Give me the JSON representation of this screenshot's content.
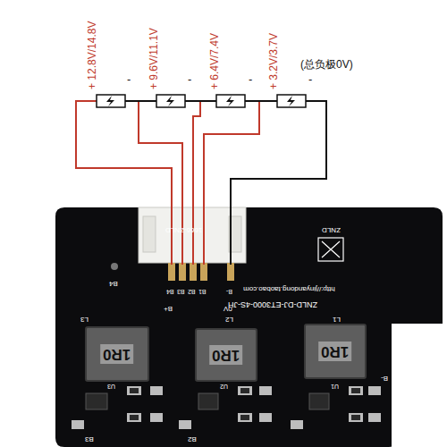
{
  "diagram": {
    "nodes": [
      {
        "text": [
          "ZNLD-DJ-ET3000-4S-JH"
        ]
      },
      {
        "text": [
          "1R0"
        ],
        "in": 0
      },
      {
        "text": [
          "1R0"
        ],
        "in": 0
      },
      {
        "text": [
          "1R0"
        ],
        "in": 0
      }
    ],
    "labels": [
      "+ 12.8V/14.8V",
      "-",
      "+ 9.6V/11.1V",
      "-",
      "+ 6.4V/7.4V",
      "-",
      "+ 3.2V/3.7V",
      "-",
      "(总负极0V)",
      "1666-ZNLD",
      "ZNLD",
      "B4",
      "http://jinyandong.taobao.com",
      "B4",
      "B3",
      "B2",
      "B1",
      "B-",
      "B+",
      "0V",
      "L3",
      "L2",
      "L1",
      "B-",
      "U3",
      "U2",
      "U1",
      "B3",
      "B2"
    ]
  }
}
